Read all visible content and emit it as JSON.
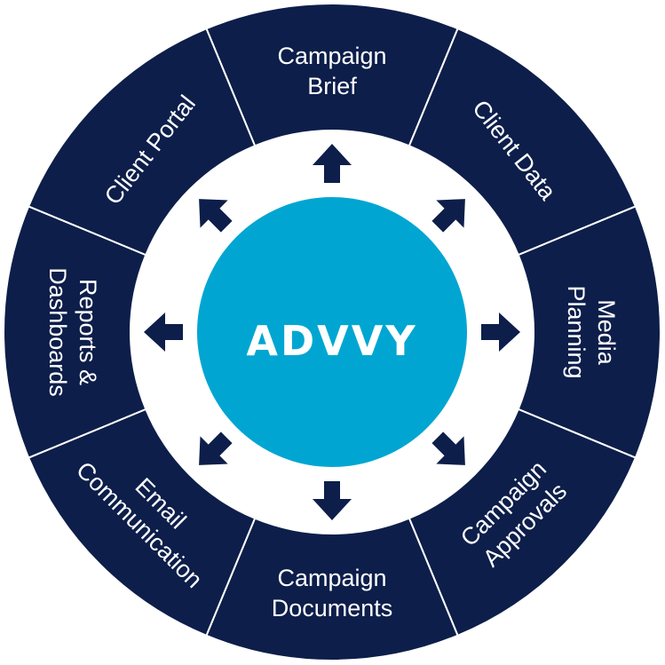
{
  "center": {
    "brand": "ADVVY"
  },
  "colors": {
    "segment": "#0d1e4a",
    "hub": "#00a6d1",
    "background": "#ffffff"
  },
  "segments": [
    {
      "id": "campaign-brief",
      "lines": [
        "Campaign",
        "Brief"
      ]
    },
    {
      "id": "client-data",
      "lines": [
        "Client Data"
      ]
    },
    {
      "id": "media-planning",
      "lines": [
        "Media",
        "Planning"
      ]
    },
    {
      "id": "campaign-approvals",
      "lines": [
        "Campaign",
        "Approvals"
      ]
    },
    {
      "id": "campaign-documents",
      "lines": [
        "Campaign",
        "Documents"
      ]
    },
    {
      "id": "email-communication",
      "lines": [
        "Email",
        "Communication"
      ]
    },
    {
      "id": "reports-dashboards",
      "lines": [
        "Reports &",
        "Dashboards"
      ]
    },
    {
      "id": "client-portal",
      "lines": [
        "Client Portal"
      ]
    }
  ]
}
